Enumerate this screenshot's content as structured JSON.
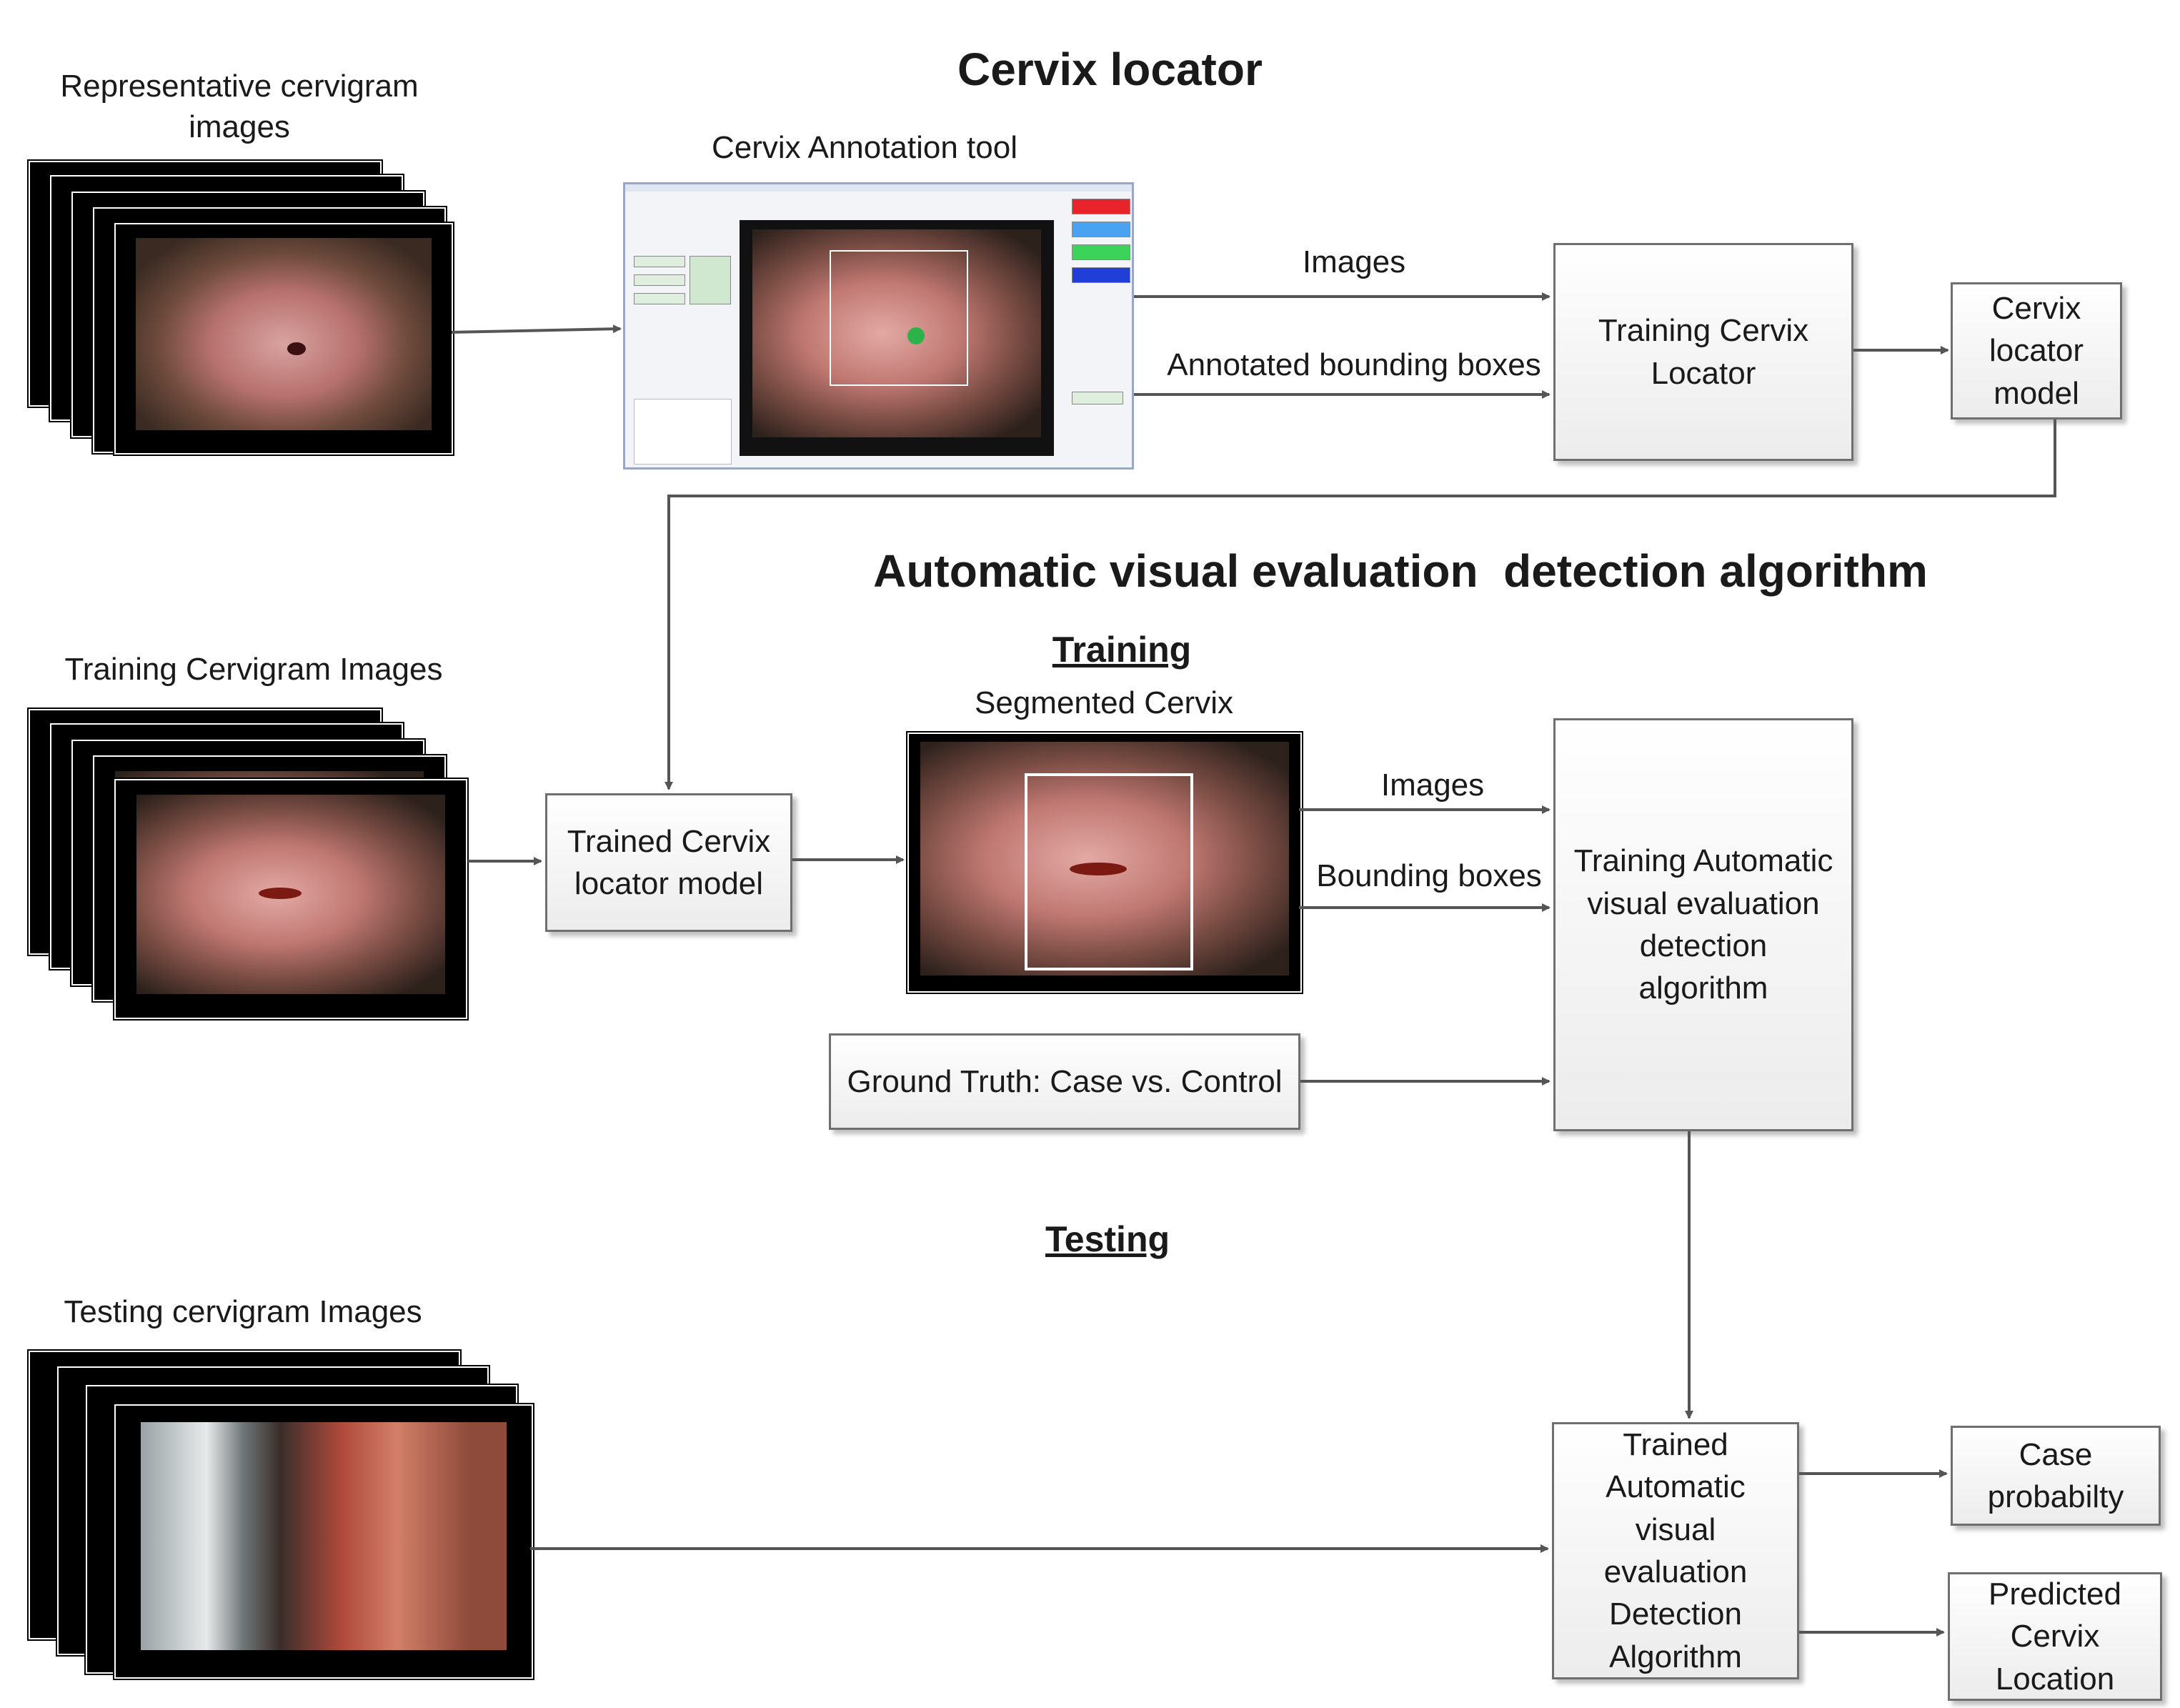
{
  "titles": {
    "cervix_locator": "Cervix locator",
    "ave_algorithm": "Automatic visual evaluation  detection algorithm",
    "training": "Training",
    "testing": "Testing"
  },
  "image_labels": {
    "representative": "Representative cervigram\nimages",
    "annotation_tool": "Cervix Annotation tool",
    "training_images": "Training Cervigram Images",
    "segmented": "Segmented Cervix",
    "testing_images": "Testing cervigram Images"
  },
  "edge_labels": {
    "images_1": "Images",
    "annotated_boxes": "Annotated bounding boxes",
    "images_2": "Images",
    "bounding_boxes": "Bounding boxes"
  },
  "boxes": {
    "training_cervix_locator": "Training Cervix\nLocator",
    "cervix_locator_model": "Cervix\nlocator\nmodel",
    "trained_cervix_locator_model": "Trained Cervix\nlocator model",
    "training_ave": "Training Automatic\nvisual evaluation\ndetection\nalgorithm",
    "ground_truth": "Ground Truth: Case vs. Control",
    "trained_ave": "Trained\nAutomatic\nvisual\nevaluation\nDetection\nAlgorithm",
    "case_probability": "Case\nprobabilty",
    "predicted_location": "Predicted\nCervix\nLocation"
  },
  "colors": {
    "arrow": "#555555",
    "box_border": "#6f6f6f",
    "tool_button_red": "#e8242a",
    "tool_button_blue": "#4aa3f0",
    "tool_button_green": "#3cd35a",
    "tool_button_navy": "#1f3fd8"
  }
}
